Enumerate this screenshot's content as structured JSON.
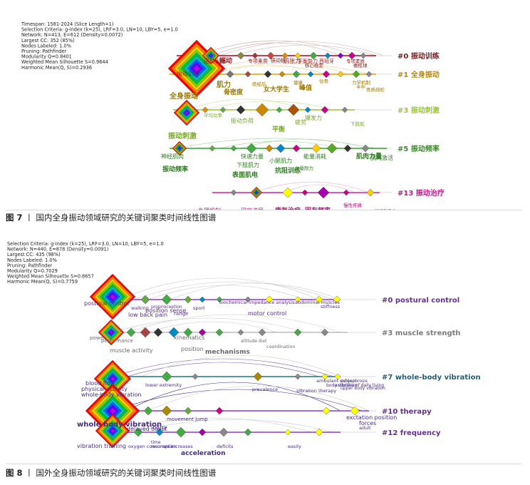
{
  "figure7": {
    "caption_label": "图 7",
    "caption_sep": "丨",
    "caption_text": "国内全身振动领域研究的关键词聚类时间线性图谱",
    "meta_lines": [
      "Timespan: 1581-2024 (Slice Length=1)",
      "Selection Criteria: g-index (k=25), LRF=3.0, LN=10, LBY=5, e=1.0",
      "Network: N=413, E=612 (Density=0.0072)",
      "Largest CC: 352 (85%)",
      "Nodes Labeled: 1.0%",
      "Pruning: Pathfinder",
      "Modularity Q=0.8401",
      "Weighted Mean Silhouette S=0.9644",
      "Harmonic Mean(Q, S)=0.2936"
    ],
    "clusters": [
      {
        "label": "#0  振动训练",
        "color": "#7a1f1f"
      },
      {
        "label": "#1  全身振动",
        "color": "#b58a0a"
      },
      {
        "label": "#3  振动刺激",
        "color": "#9bc33a"
      },
      {
        "label": "#5  振动频率",
        "color": "#3a8a2a"
      },
      {
        "label": "#13  振动治疗",
        "color": "#c0188a"
      }
    ],
    "keywords": [
      {
        "t": "运动训练",
        "c": "#8b1a1a"
      },
      {
        "t": "振动",
        "c": "#8b1a1a"
      },
      {
        "t": "专项素质",
        "c": "#8b1a1a"
      },
      {
        "t": "振动板",
        "c": "#8b1a1a"
      },
      {
        "t": "肌张力",
        "c": "#8b1a1a"
      },
      {
        "t": "平衡能力",
        "c": "#8b1a1a"
      },
      {
        "t": "西班牙",
        "c": "#8b1a1a"
      },
      {
        "t": "专项素质",
        "c": "#8b1a1a"
      },
      {
        "t": "核心稳定",
        "c": "#8b1a1a"
      },
      {
        "t": "橄榄球",
        "c": "#8b1a1a"
      },
      {
        "t": "振动训练",
        "c": "#8b1a1a"
      },
      {
        "t": "全身振动",
        "c": "#a07800"
      },
      {
        "t": "肌力",
        "c": "#a07800"
      },
      {
        "t": "骨密度",
        "c": "#a07800"
      },
      {
        "t": "绝经后",
        "c": "#a07800"
      },
      {
        "t": "女大学生",
        "c": "#a07800"
      },
      {
        "t": "峰值",
        "c": "#a07800"
      },
      {
        "t": "估骨",
        "c": "#a07800"
      },
      {
        "t": "健康",
        "c": "#a07800"
      },
      {
        "t": "力学机制",
        "c": "#a07800"
      },
      {
        "t": "骨质疏松",
        "c": "#a07800"
      },
      {
        "t": "半中",
        "c": "#a07800"
      },
      {
        "t": "振动刺激",
        "c": "#7aa72a"
      },
      {
        "t": "平均功率",
        "c": "#7aa72a"
      },
      {
        "t": "振动负荷",
        "c": "#7aa72a"
      },
      {
        "t": "平衡",
        "c": "#7aa72a"
      },
      {
        "t": "疲劳",
        "c": "#7aa72a"
      },
      {
        "t": "爆发力",
        "c": "#7aa72a"
      },
      {
        "t": "下肢肌",
        "c": "#7aa72a"
      },
      {
        "t": "神经肌肉",
        "c": "#2f7a22"
      },
      {
        "t": "振动频率",
        "c": "#2f7a22"
      },
      {
        "t": "快速力量",
        "c": "#2f7a22"
      },
      {
        "t": "下肢肌力",
        "c": "#2f7a22"
      },
      {
        "t": "表面肌电",
        "c": "#2f7a22"
      },
      {
        "t": "小腿肌力",
        "c": "#2f7a22"
      },
      {
        "t": "抗阻训练",
        "c": "#2f7a22"
      },
      {
        "t": "能量消耗",
        "c": "#2f7a22"
      },
      {
        "t": "力量耐力",
        "c": "#2f7a22"
      },
      {
        "t": "肌肉力量",
        "c": "#2f7a22"
      },
      {
        "t": "肌肉激活",
        "c": "#2f7a22"
      },
      {
        "t": "生理机制",
        "c": "#b0147a"
      },
      {
        "t": "研究进展",
        "c": "#b0147a"
      },
      {
        "t": "康复治疗",
        "c": "#b0147a"
      },
      {
        "t": "固有频率",
        "c": "#b0147a"
      },
      {
        "t": "慢性疼痛",
        "c": "#b0147a"
      },
      {
        "t": "脊髓损伤",
        "c": "#b0147a"
      }
    ]
  },
  "figure8": {
    "caption_label": "图 8",
    "caption_sep": "丨",
    "caption_text": "国外全身振动领域研究的关键词聚类时间线性图谱",
    "meta_lines": [
      "Selection Criteria: g-index (k=25), LRF=3.0, LN=10, LBY=5, e=1.0",
      "Network: N=440, E=878 (Density=0.0091)",
      "Largest CC: 435 (98%)",
      "Nodes Labeled: 1.0%",
      "Pruning: Pathfinder",
      "Modularity Q=0.7029",
      "Weighted Mean Silhouette S=0.8657",
      "Harmonic Mean(Q, S)=0.7759"
    ],
    "clusters": [
      {
        "label": "#0 postural control",
        "color": "#6a2a9a"
      },
      {
        "label": "#3 muscle strength",
        "color": "#7a7a7a"
      },
      {
        "label": "#7 whole-body vibration",
        "color": "#1f5f7a"
      },
      {
        "label": "#10 therapy",
        "color": "#6a2a9a"
      },
      {
        "label": "#12 frequency",
        "color": "#6a2a9a"
      }
    ],
    "keywords": [
      {
        "t": "postural control",
        "c": "#5a2a8a"
      },
      {
        "t": "walking",
        "c": "#5a2a8a"
      },
      {
        "t": "low back pain",
        "c": "#5a2a8a"
      },
      {
        "t": "position sense",
        "c": "#5a2a8a"
      },
      {
        "t": "proprioception",
        "c": "#5a2a8a"
      },
      {
        "t": "range",
        "c": "#5a2a8a"
      },
      {
        "t": "sport",
        "c": "#5a2a8a"
      },
      {
        "t": "biochemical impedance analysis",
        "c": "#5a2a8a"
      },
      {
        "t": "motor control",
        "c": "#5a2a8a"
      },
      {
        "t": "abdominal muscles",
        "c": "#5a2a8a"
      },
      {
        "t": "stiffness",
        "c": "#5a2a8a"
      },
      {
        "t": "power",
        "c": "#6a6a6a"
      },
      {
        "t": "performance",
        "c": "#6a6a6a"
      },
      {
        "t": "muscle activity",
        "c": "#6a6a6a"
      },
      {
        "t": "kinematics",
        "c": "#6a6a6a"
      },
      {
        "t": "position",
        "c": "#6a6a6a"
      },
      {
        "t": "mechanisms",
        "c": "#6a6a6a"
      },
      {
        "t": "coordination",
        "c": "#6a6a6a"
      },
      {
        "t": "altitude diet",
        "c": "#6a6a6a"
      },
      {
        "t": "blood flow",
        "c": "#4a2a8a"
      },
      {
        "t": "physical activity",
        "c": "#4a2a8a"
      },
      {
        "t": "whole-body vibration",
        "c": "#4a2a8a"
      },
      {
        "t": "lower extremity",
        "c": "#4a2a8a"
      },
      {
        "t": "prevalence",
        "c": "#4a2a8a"
      },
      {
        "t": "vibration therapy",
        "c": "#4a2a8a"
      },
      {
        "t": "ambulant subject",
        "c": "#4a2a8a"
      },
      {
        "t": "body vibration",
        "c": "#4a2a8a"
      },
      {
        "t": "upper body vibration",
        "c": "#4a2a8a"
      },
      {
        "t": "activities of daily living",
        "c": "#4a2a8a"
      },
      {
        "t": "osteoporosis",
        "c": "#4a2a8a"
      },
      {
        "t": "movement jump",
        "c": "#4a2a8a"
      },
      {
        "t": "whole body vibration",
        "c": "#4a2a8a"
      },
      {
        "t": "delayed onset",
        "c": "#4a2a8a"
      },
      {
        "t": "injury",
        "c": "#4a2a8a"
      },
      {
        "t": "exctation position",
        "c": "#4a2a8a"
      },
      {
        "t": "forces",
        "c": "#4a2a8a"
      },
      {
        "t": "adult",
        "c": "#4a2a8a"
      },
      {
        "t": "vibration training",
        "c": "#4a2a8a"
      },
      {
        "t": "oxygen consumption",
        "c": "#4a2a8a"
      },
      {
        "t": "time",
        "c": "#4a2a8a"
      },
      {
        "t": "resonance",
        "c": "#4a2a8a"
      },
      {
        "t": "increases",
        "c": "#4a2a8a"
      },
      {
        "t": "acceleration",
        "c": "#4a2a8a"
      },
      {
        "t": "deficits",
        "c": "#4a2a8a"
      },
      {
        "t": "easily",
        "c": "#4a2a8a"
      }
    ]
  }
}
